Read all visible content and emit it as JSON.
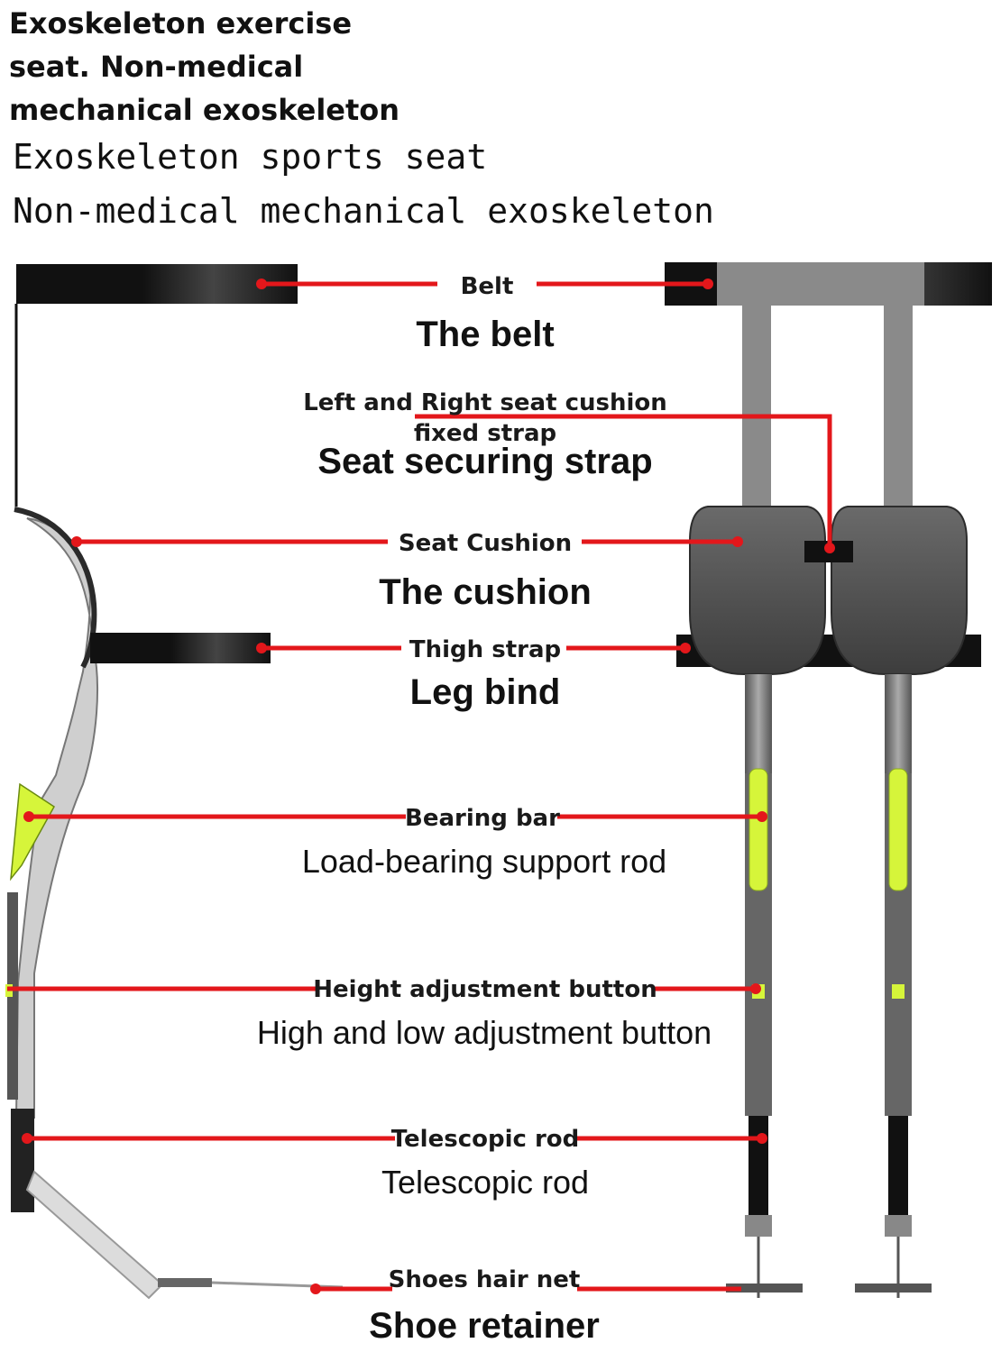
{
  "heading": {
    "line1": "Exoskeleton exercise",
    "line2": "seat. Non-medical",
    "line3": "mechanical exoskeleton",
    "alt1": "Exoskeleton sports seat",
    "alt2": "Non-medical mechanical exoskeleton"
  },
  "callouts": [
    {
      "id": "belt",
      "label": "Belt",
      "alt": "The belt"
    },
    {
      "id": "strap",
      "label_line1": "Left and Right seat cushion",
      "label_line2": "fixed strap",
      "alt": "Seat securing strap"
    },
    {
      "id": "cushion",
      "label": "Seat Cushion",
      "alt": "The cushion"
    },
    {
      "id": "thigh",
      "label": "Thigh strap",
      "alt": "Leg bind"
    },
    {
      "id": "bearing",
      "label": "Bearing bar",
      "alt": "Load-bearing support rod"
    },
    {
      "id": "height",
      "label": "Height adjustment button",
      "alt": "High and low adjustment button"
    },
    {
      "id": "telescopic",
      "label": "Telescopic rod",
      "alt": "Telescopic rod"
    },
    {
      "id": "shoes",
      "label": "Shoes hair net",
      "alt": "Shoe retainer"
    }
  ],
  "colors": {
    "callout_line": "#e3171b",
    "highlight": "#d6f53a",
    "strap": "#111111",
    "frame": "#8a8a8a",
    "cushion": "#5a5a5a"
  }
}
